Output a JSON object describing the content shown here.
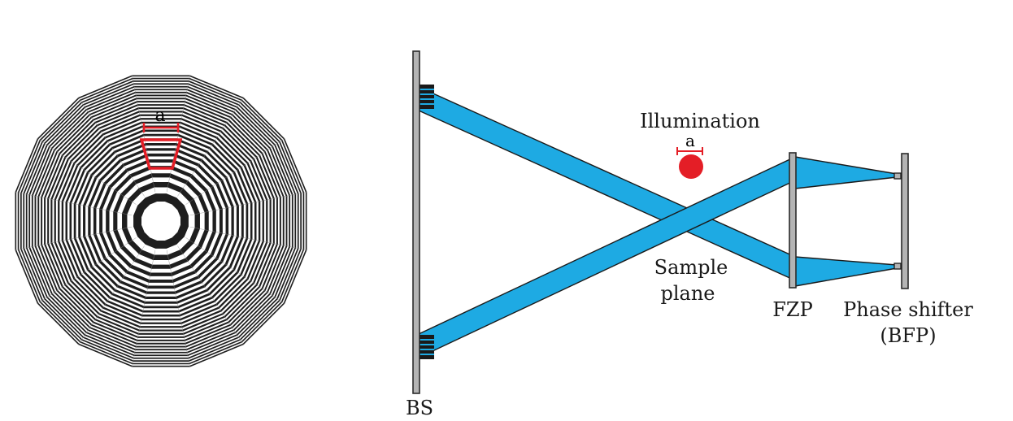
{
  "zone_plate": {
    "ring_count": 28,
    "polygon_sides": 16,
    "ring_color": "#1e1e1e",
    "marker_label": "a"
  },
  "setup": {
    "labels": {
      "bs": "BS",
      "illumination": "Illumination",
      "sample_line1": "Sample",
      "sample_line2": "plane",
      "fzp": "FZP",
      "phase_line1": "Phase shifter",
      "phase_line2": "(BFP)"
    },
    "illumination_marker_label": "a"
  },
  "colors": {
    "beam": "#1eaae3",
    "beam_outline": "#1a1a1a",
    "element_fill": "#b4b4b4",
    "element_stroke": "#2a2a2a",
    "accent_red": "#e41e26"
  }
}
